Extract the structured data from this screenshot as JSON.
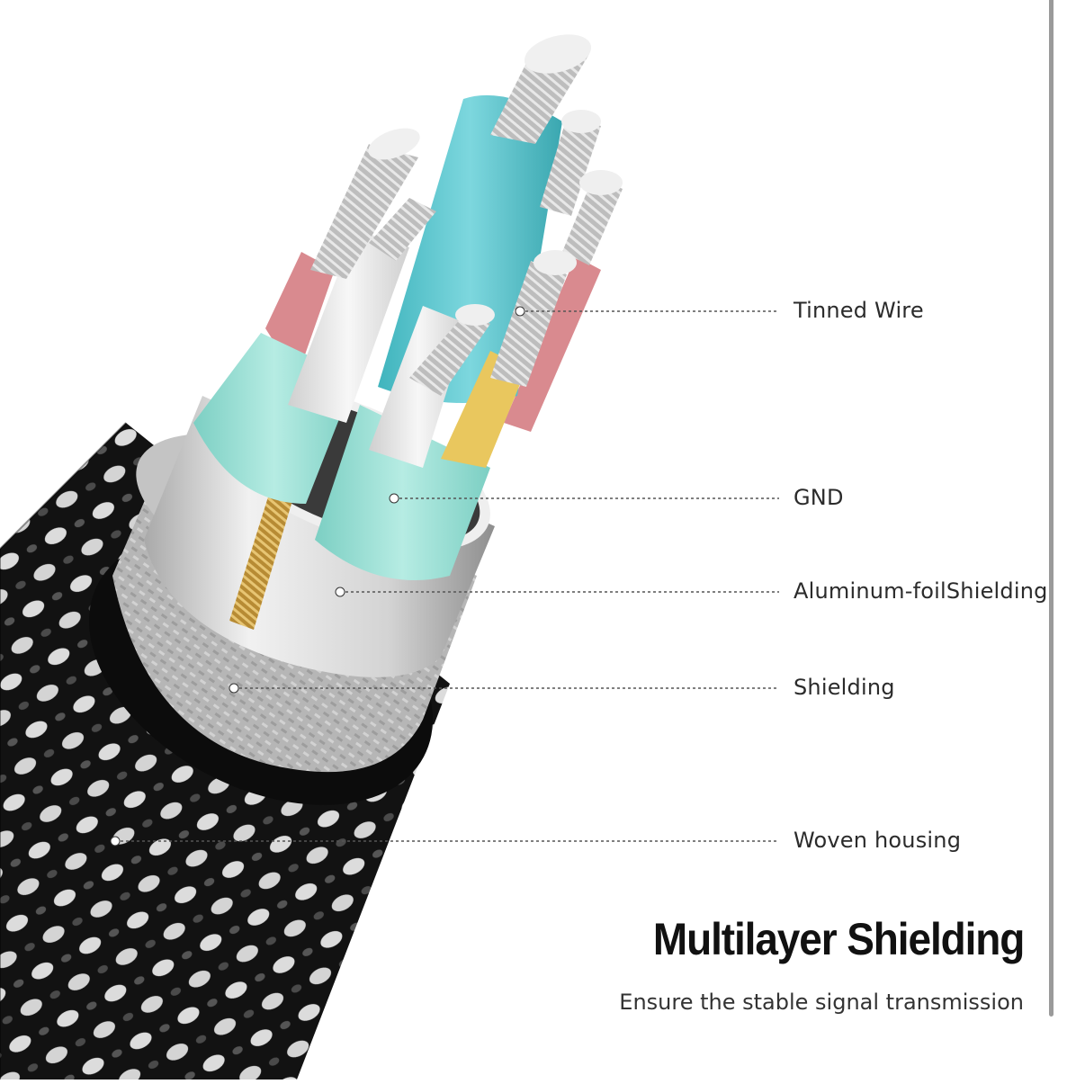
{
  "labels": [
    {
      "id": "tinned-wire",
      "text": "Tinned Wire"
    },
    {
      "id": "gnd",
      "text": "GND"
    },
    {
      "id": "aluminum-foil-shielding",
      "text": "Aluminum-foilShielding"
    },
    {
      "id": "shielding",
      "text": "Shielding"
    },
    {
      "id": "woven-housing",
      "text": "Woven housing"
    }
  ],
  "heading": {
    "title": "Multilayer Shielding",
    "subtitle": "Ensure the stable signal transmission"
  },
  "colors": {
    "background": "#ffffff",
    "braid_dark": "#141414",
    "braid_light": "#e4e4e4",
    "shield_gray": "#b9b9b9",
    "foil_silver": "#d9d9d9",
    "teal_insulation": "#5cc7cf",
    "mint_insulation": "#9fe0d6",
    "pink_insulation": "#d98a8f",
    "white_insulation": "#ececec",
    "yellow_insulation": "#e9c75e",
    "copper_core": "#c9a24a",
    "tinned_wire": "#c8c8c8"
  }
}
